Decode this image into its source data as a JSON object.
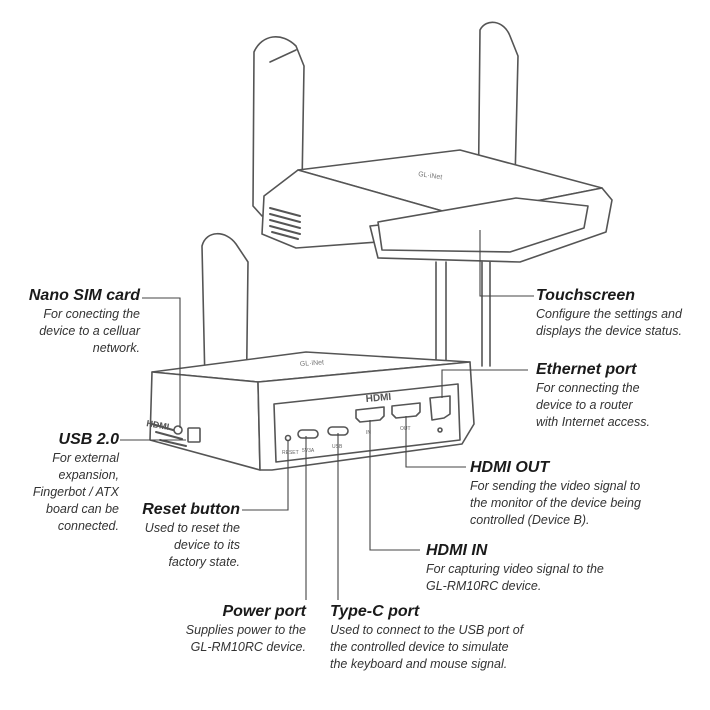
{
  "colors": {
    "stroke": "#555555",
    "leader": "#444444",
    "text": "#222222",
    "background": "#ffffff"
  },
  "device": {
    "top_unit_brand": "GL·iNet",
    "bottom_unit_brand": "GL·iNet",
    "side_hdmi_logo": "HDMI",
    "rear_hdmi_logo": "HDMI",
    "port_labels": {
      "reset": "RESET",
      "power": "5V3A",
      "usb": "USB",
      "hdmi_in": "IN",
      "hdmi_out": "OUT"
    }
  },
  "callouts": {
    "nano_sim": {
      "title": "Nano SIM card",
      "desc": [
        "For conecting the",
        "device to a celluar",
        "network."
      ]
    },
    "usb2": {
      "title": "USB 2.0",
      "desc": [
        "For external",
        "expansion,",
        "Fingerbot / ATX",
        "board can be",
        "connected."
      ]
    },
    "reset": {
      "title": "Reset button",
      "desc": [
        "Used to reset the",
        "device to its",
        "factory state."
      ]
    },
    "power": {
      "title": "Power port",
      "desc": [
        "Supplies power to the",
        "GL-RM10RC device."
      ]
    },
    "typec": {
      "title": "Type-C port",
      "desc": [
        "Used to connect to the USB port of",
        "the controlled device to simulate",
        "the keyboard and mouse signal."
      ]
    },
    "touchscreen": {
      "title": "Touchscreen",
      "desc": [
        "Configure the settings and",
        "displays the device status."
      ]
    },
    "ethernet": {
      "title": "Ethernet port",
      "desc": [
        "For connecting the",
        "device to a router",
        "with Internet access."
      ]
    },
    "hdmi_out": {
      "title": "HDMI OUT",
      "desc": [
        "For sending the video signal to",
        "the monitor of the device being",
        "controlled (Device B)."
      ]
    },
    "hdmi_in": {
      "title": "HDMI IN",
      "desc": [
        "For capturing video signal to the",
        "GL-RM10RC device."
      ]
    }
  }
}
